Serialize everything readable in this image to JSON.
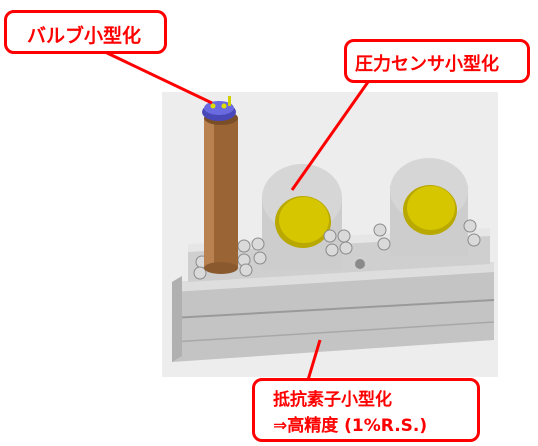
{
  "callouts": {
    "valve": "バルブ小型化",
    "sensor": "圧力センサ小型化",
    "resistor_line1": "抵抗素子小型化",
    "resistor_line2": "⇒高精度 (1%R.S.)"
  },
  "colors": {
    "callout_red": "#ff0000",
    "body_gray": "#c8c8c8",
    "sensor_yellow": "#d4c400",
    "tube_brown": "#a06a3a",
    "valve_blue": "#5a5ad0"
  }
}
